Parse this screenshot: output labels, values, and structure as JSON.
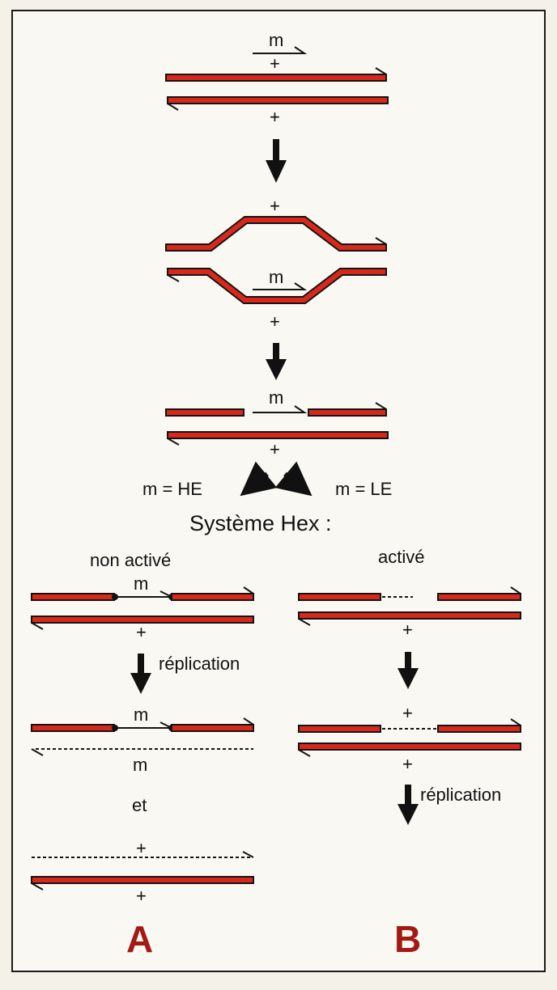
{
  "colors": {
    "strand_fill": "#d8281c",
    "outline": "#141414",
    "panel_label": "#a31a14"
  },
  "top": {
    "strand_label_m": "m",
    "plus_1": "+",
    "plus_2": "+",
    "plus_3": "+",
    "plus_4": "+",
    "m_bubble": "m",
    "m_gap": "m",
    "plus_5": "+"
  },
  "branch": {
    "left_condition": "m = HE",
    "right_condition": "m = LE",
    "system_title": "Système Hex :"
  },
  "left": {
    "state": "non activé",
    "m_1": "m",
    "plus_1": "+",
    "replication": "réplication",
    "m_2": "m",
    "m_daughter": "m",
    "et": "et",
    "plus_2": "+",
    "plus_3": "+",
    "panel": "A"
  },
  "right": {
    "state": "activé",
    "plus_1": "+",
    "plus_2": "+",
    "plus_3": "+",
    "replication": "réplication",
    "panel": "B"
  }
}
